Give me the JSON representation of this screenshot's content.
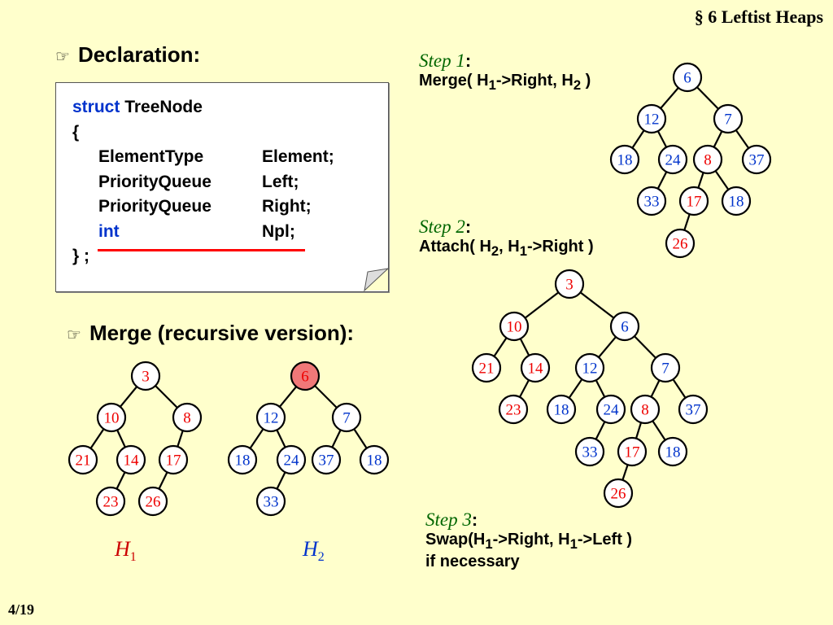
{
  "header": {
    "title": "§ 6  Leftist Heaps"
  },
  "declaration": {
    "heading": "Declaration:",
    "code": {
      "kw_struct": "struct",
      "struct_name": "TreeNode",
      "open_brace": "{",
      "fields": [
        {
          "type": "ElementType",
          "name": "Element;"
        },
        {
          "type": "PriorityQueue",
          "name": "Left;"
        },
        {
          "type": "PriorityQueue",
          "name": "Right;"
        },
        {
          "type": "int",
          "name": "Npl;"
        }
      ],
      "close": "} ;"
    }
  },
  "merge_section": {
    "heading": "Merge (recursive version):"
  },
  "labels": {
    "h1": {
      "letter": "H",
      "sub": "1"
    },
    "h2": {
      "letter": "H",
      "sub": "2"
    }
  },
  "steps": [
    {
      "title": "Step 1",
      "colon": ":",
      "line1": [
        "Merge( H",
        "1",
        "->Right, H",
        "2",
        " )"
      ]
    },
    {
      "title": "Step 2",
      "colon": ":",
      "line1": [
        "Attach( H",
        "2",
        ", H",
        "1",
        "->Right )"
      ]
    },
    {
      "title": "Step 3",
      "colon": ":",
      "line1": [
        "Swap(H",
        "1",
        "->Right, H",
        "1",
        "->Left )"
      ],
      "line2": "if necessary"
    }
  ],
  "colors": {
    "red": "#ee0000",
    "blue": "#0033cc",
    "highlight": "#f07878",
    "code_underline": "#ff0000"
  },
  "trees": {
    "h1": {
      "nodes": [
        {
          "id": "a",
          "v": "3",
          "c": "red"
        },
        {
          "id": "b",
          "v": "10",
          "c": "red"
        },
        {
          "id": "c",
          "v": "8",
          "c": "red"
        },
        {
          "id": "d",
          "v": "21",
          "c": "red"
        },
        {
          "id": "e",
          "v": "14",
          "c": "red"
        },
        {
          "id": "f",
          "v": "17",
          "c": "red"
        },
        {
          "id": "g",
          "v": "23",
          "c": "red"
        },
        {
          "id": "h",
          "v": "26",
          "c": "red"
        }
      ],
      "edges": [
        [
          "a",
          "b"
        ],
        [
          "a",
          "c"
        ],
        [
          "b",
          "d"
        ],
        [
          "b",
          "e"
        ],
        [
          "c",
          "f"
        ],
        [
          "e",
          "g"
        ],
        [
          "f",
          "h"
        ]
      ]
    },
    "h2": {
      "nodes": [
        {
          "id": "a",
          "v": "6",
          "c": "red",
          "fill": "highlight"
        },
        {
          "id": "b",
          "v": "12",
          "c": "blue"
        },
        {
          "id": "c",
          "v": "7",
          "c": "blue"
        },
        {
          "id": "d",
          "v": "18",
          "c": "blue"
        },
        {
          "id": "e",
          "v": "24",
          "c": "blue"
        },
        {
          "id": "f",
          "v": "37",
          "c": "blue"
        },
        {
          "id": "g",
          "v": "18",
          "c": "blue"
        },
        {
          "id": "h",
          "v": "33",
          "c": "blue"
        }
      ],
      "edges": [
        [
          "a",
          "b"
        ],
        [
          "a",
          "c"
        ],
        [
          "b",
          "d"
        ],
        [
          "b",
          "e"
        ],
        [
          "c",
          "f"
        ],
        [
          "c",
          "g"
        ],
        [
          "e",
          "h"
        ]
      ]
    },
    "step1": {
      "nodes": [
        {
          "id": "a",
          "v": "6",
          "c": "blue"
        },
        {
          "id": "b",
          "v": "12",
          "c": "blue"
        },
        {
          "id": "c",
          "v": "7",
          "c": "blue"
        },
        {
          "id": "d",
          "v": "18",
          "c": "blue"
        },
        {
          "id": "e",
          "v": "24",
          "c": "blue"
        },
        {
          "id": "f",
          "v": "8",
          "c": "red"
        },
        {
          "id": "g",
          "v": "37",
          "c": "blue"
        },
        {
          "id": "h",
          "v": "33",
          "c": "blue"
        },
        {
          "id": "i",
          "v": "17",
          "c": "red"
        },
        {
          "id": "j",
          "v": "18",
          "c": "blue"
        },
        {
          "id": "k",
          "v": "26",
          "c": "red"
        }
      ],
      "edges": [
        [
          "a",
          "b"
        ],
        [
          "a",
          "c"
        ],
        [
          "b",
          "d"
        ],
        [
          "b",
          "e"
        ],
        [
          "c",
          "f"
        ],
        [
          "c",
          "g"
        ],
        [
          "e",
          "h"
        ],
        [
          "f",
          "i"
        ],
        [
          "f",
          "j"
        ],
        [
          "i",
          "k"
        ]
      ]
    },
    "step2": {
      "nodes": [
        {
          "id": "a",
          "v": "3",
          "c": "red"
        },
        {
          "id": "b",
          "v": "10",
          "c": "red"
        },
        {
          "id": "c",
          "v": "6",
          "c": "blue"
        },
        {
          "id": "d",
          "v": "21",
          "c": "red"
        },
        {
          "id": "e",
          "v": "14",
          "c": "red"
        },
        {
          "id": "f",
          "v": "12",
          "c": "blue"
        },
        {
          "id": "g",
          "v": "7",
          "c": "blue"
        },
        {
          "id": "h",
          "v": "23",
          "c": "red"
        },
        {
          "id": "i",
          "v": "18",
          "c": "blue"
        },
        {
          "id": "j",
          "v": "24",
          "c": "blue"
        },
        {
          "id": "k",
          "v": "8",
          "c": "red"
        },
        {
          "id": "l",
          "v": "37",
          "c": "blue"
        },
        {
          "id": "m",
          "v": "33",
          "c": "blue"
        },
        {
          "id": "n",
          "v": "17",
          "c": "red"
        },
        {
          "id": "o",
          "v": "18",
          "c": "blue"
        },
        {
          "id": "p",
          "v": "26",
          "c": "red"
        }
      ],
      "edges": [
        [
          "a",
          "b"
        ],
        [
          "a",
          "c"
        ],
        [
          "b",
          "d"
        ],
        [
          "b",
          "e"
        ],
        [
          "c",
          "f"
        ],
        [
          "c",
          "g"
        ],
        [
          "e",
          "h"
        ],
        [
          "f",
          "i"
        ],
        [
          "f",
          "j"
        ],
        [
          "g",
          "k"
        ],
        [
          "g",
          "l"
        ],
        [
          "j",
          "m"
        ],
        [
          "k",
          "n"
        ],
        [
          "k",
          "o"
        ],
        [
          "n",
          "p"
        ]
      ]
    }
  }
}
